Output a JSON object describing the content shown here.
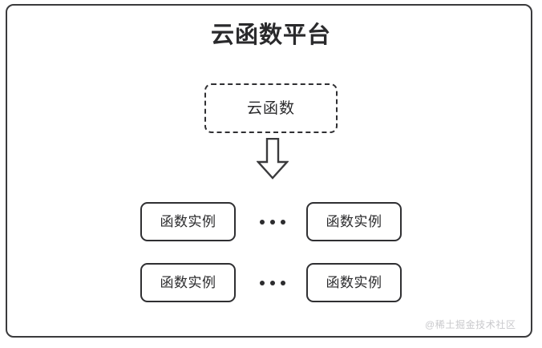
{
  "diagram": {
    "type": "architecture-block-diagram",
    "title": "云函数平台",
    "background_color": "#ffffff",
    "frame": {
      "name": "platform-frame",
      "border_color": "#3a3a3c",
      "border_style": "solid",
      "corner_radius": "10px"
    },
    "cloud_function": {
      "label": "云函数",
      "border_style": "dashed",
      "border_color": "#303033"
    },
    "arrow": {
      "name": "down-arrow-icon",
      "direction": "down",
      "style": "hollow-outline",
      "stroke_color": "#3a3a3c",
      "fill_color": "#ffffff"
    },
    "instance_rows": [
      {
        "left_label": "函数实例",
        "ellipsis": "•••",
        "right_label": "函数实例"
      },
      {
        "left_label": "函数实例",
        "ellipsis": "•••",
        "right_label": "函数实例"
      }
    ],
    "instance_box_style": {
      "border_color": "#2f2f32",
      "border_style": "solid",
      "corner_radius": "9px"
    },
    "watermark": "@稀土掘金技术社区"
  }
}
